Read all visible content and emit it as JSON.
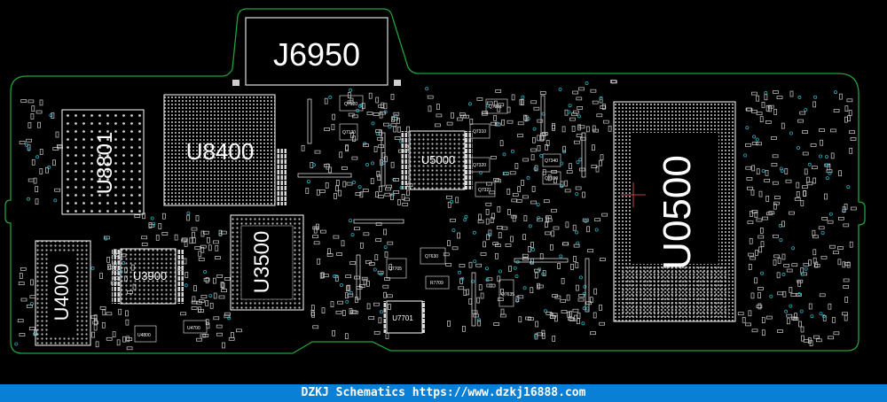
{
  "board": {
    "outline_color": "#1fa33a",
    "part_color": "#c8c8c8",
    "big_labels": {
      "j6950": "J6950",
      "u8400": "U8400",
      "u8801": "U8801",
      "u5000": "U5000",
      "u0500": "U0500",
      "u3500": "U3500",
      "u3900": "U3900",
      "u4000": "U4000",
      "u7701": "U7701"
    },
    "small_labels": {
      "q7120": "Q7120",
      "q7130": "Q7130",
      "q7311": "Q7311",
      "q7310": "Q7310",
      "q7320": "Q7320",
      "q7321": "Q7321",
      "q7630": "Q7630",
      "q7705": "Q7705",
      "r7709": "R7709",
      "q7635": "Q7635",
      "u4700": "U4700",
      "u4800": "U4800",
      "q7340": "Q7340",
      "q7550": "Q7550"
    }
  },
  "footer": {
    "text": "DZKJ Schematics https://www.dzkj16888.com",
    "background": "#0a7fd6"
  }
}
